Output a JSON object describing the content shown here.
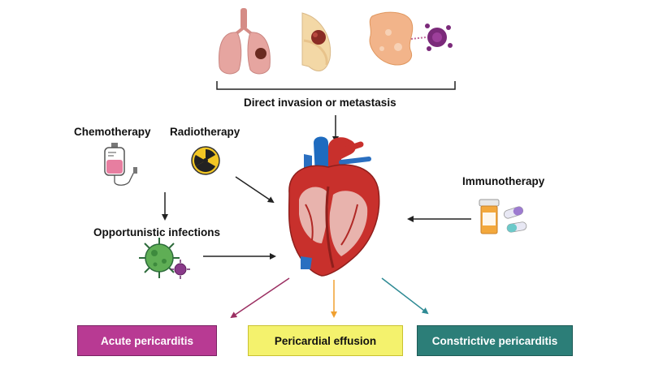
{
  "sources": {
    "direct_invasion": "Direct invasion or metastasis",
    "chemotherapy": "Chemotherapy",
    "radiotherapy": "Radiotherapy",
    "immunotherapy": "Immunotherapy",
    "opportunistic_infections": "Opportunistic infections"
  },
  "outcomes": [
    {
      "label": "Acute pericarditis",
      "color": "#b83a93",
      "text_color": "#ffffff"
    },
    {
      "label": "Pericardial effusion",
      "color": "#f4f26d",
      "text_color": "#111111"
    },
    {
      "label": "Constrictive pericarditis",
      "color": "#2c7e78",
      "text_color": "#ffffff"
    }
  ],
  "arrow_colors": {
    "default": "#222222",
    "acute": "#9b2f62",
    "effusion": "#f0a030",
    "constrictive": "#2e8a94"
  },
  "icons": [
    "lungs-tumor-icon",
    "breast-tumor-icon",
    "skin-lymphoma-icon",
    "iv-bag-icon",
    "radiation-icon",
    "pill-bottle-icon",
    "virus-icon",
    "heart-icon"
  ]
}
